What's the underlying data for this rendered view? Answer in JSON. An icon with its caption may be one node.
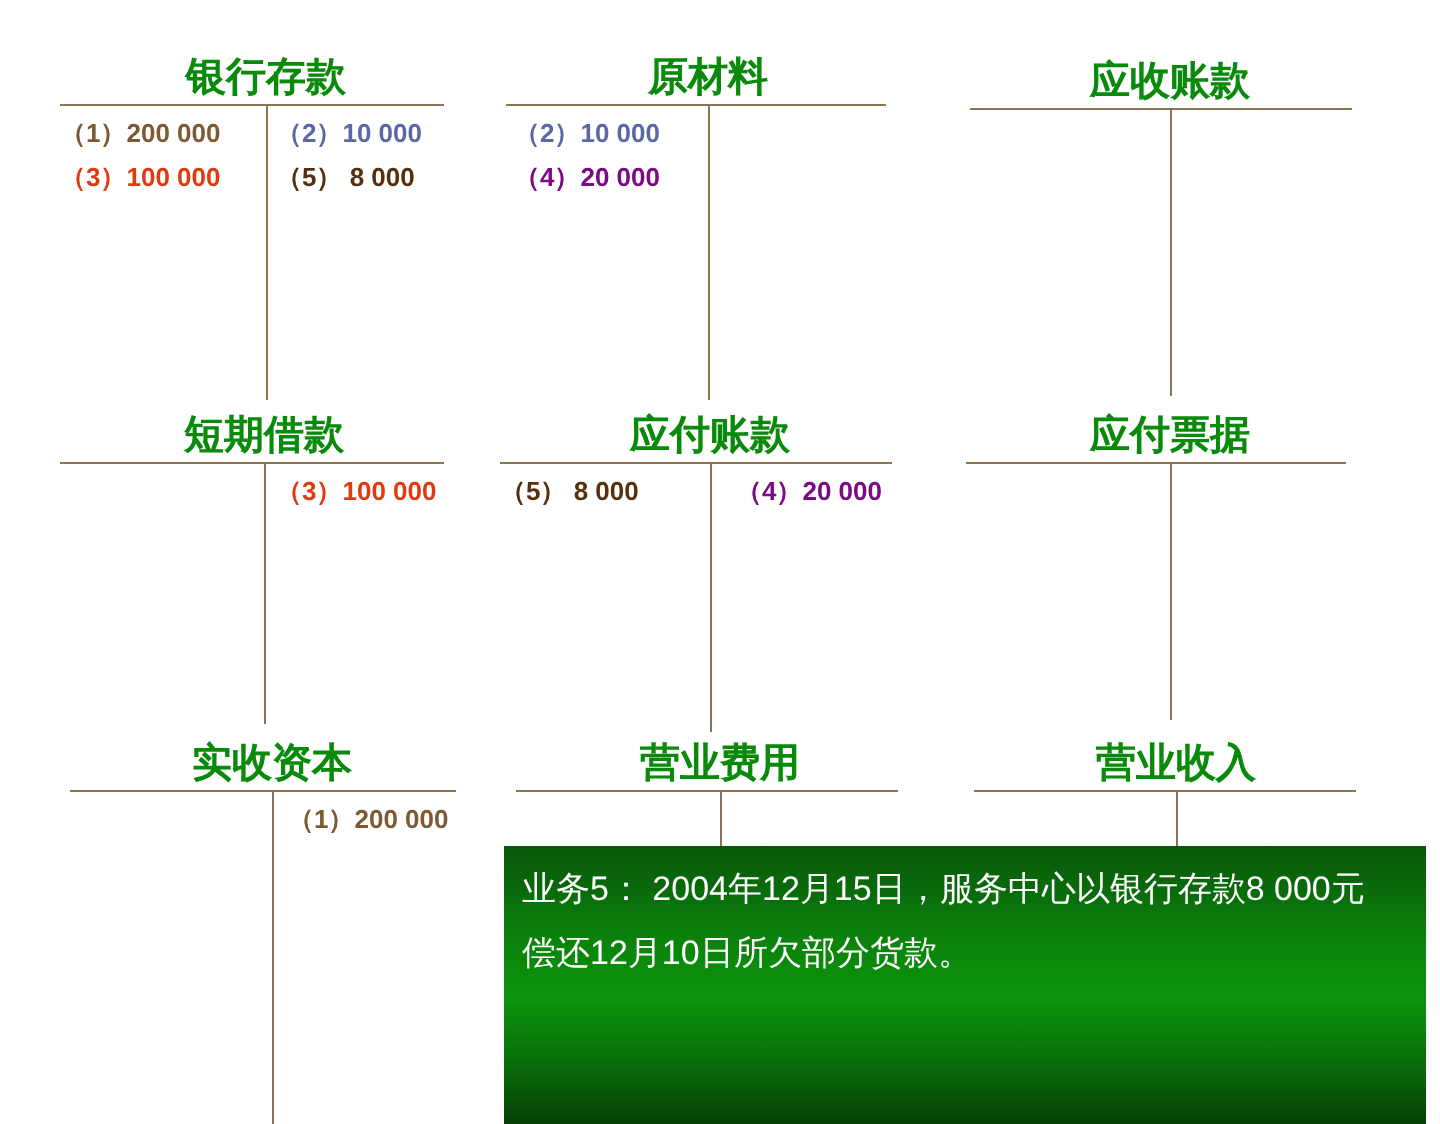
{
  "diagram": {
    "nodes": [
      {
        "text": [
          "银行存款",
          "（1）200 000",
          "（2）10 000",
          "（3）100 000",
          "（5） 8 000"
        ]
      },
      {
        "text": [
          "原材料",
          "（2）10 000",
          "（4）20 000"
        ]
      },
      {
        "text": [
          "应收账款"
        ]
      },
      {
        "text": [
          "短期借款",
          "（3）100 000"
        ]
      },
      {
        "text": [
          "应付账款",
          "（5） 8 000",
          "（4）20 000"
        ]
      },
      {
        "text": [
          "应付票据"
        ]
      },
      {
        "text": [
          "实收资本",
          "（1）200 000"
        ]
      },
      {
        "text": [
          "营业费用"
        ]
      },
      {
        "text": [
          "营业收入"
        ]
      },
      {
        "text": [
          "业务5： 2004年12月15日，服务中心以银行存款8 000元偿还12月10日所欠部分货款。"
        ]
      }
    ]
  }
}
